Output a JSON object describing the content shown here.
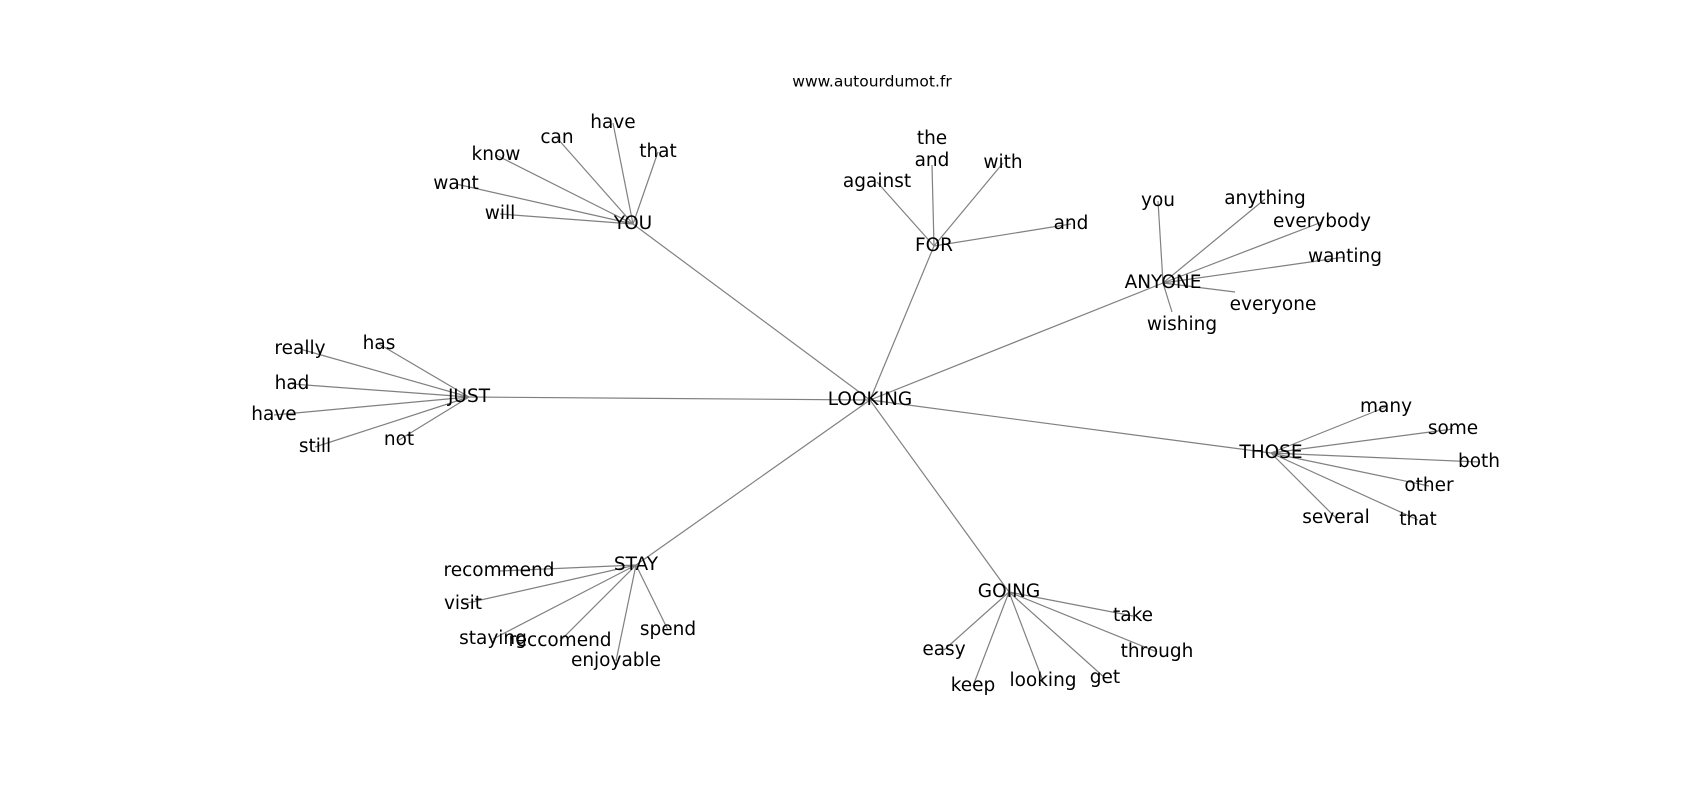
{
  "source": "www.autourdumot.fr",
  "center": "LOOKING",
  "clusters": [
    {
      "hub": "YOU",
      "words": [
        "have",
        "can",
        "that",
        "know",
        "want",
        "will"
      ]
    },
    {
      "hub": "FOR",
      "words": [
        "the\nand",
        "with",
        "against",
        "and"
      ]
    },
    {
      "hub": "ANYONE",
      "words": [
        "you",
        "anything",
        "everybody",
        "wanting",
        "everyone",
        "wishing"
      ]
    },
    {
      "hub": "JUST",
      "words": [
        "has",
        "really",
        "had",
        "have",
        "still",
        "not"
      ]
    },
    {
      "hub": "THOSE",
      "words": [
        "many",
        "some",
        "both",
        "other",
        "several",
        "that"
      ]
    },
    {
      "hub": "STAY",
      "words": [
        "recommend",
        "visit",
        "staying",
        "reccomend",
        "spend",
        "enjoyable"
      ]
    },
    {
      "hub": "GOING",
      "words": [
        "take",
        "through",
        "easy",
        "keep",
        "looking",
        "get"
      ]
    }
  ]
}
